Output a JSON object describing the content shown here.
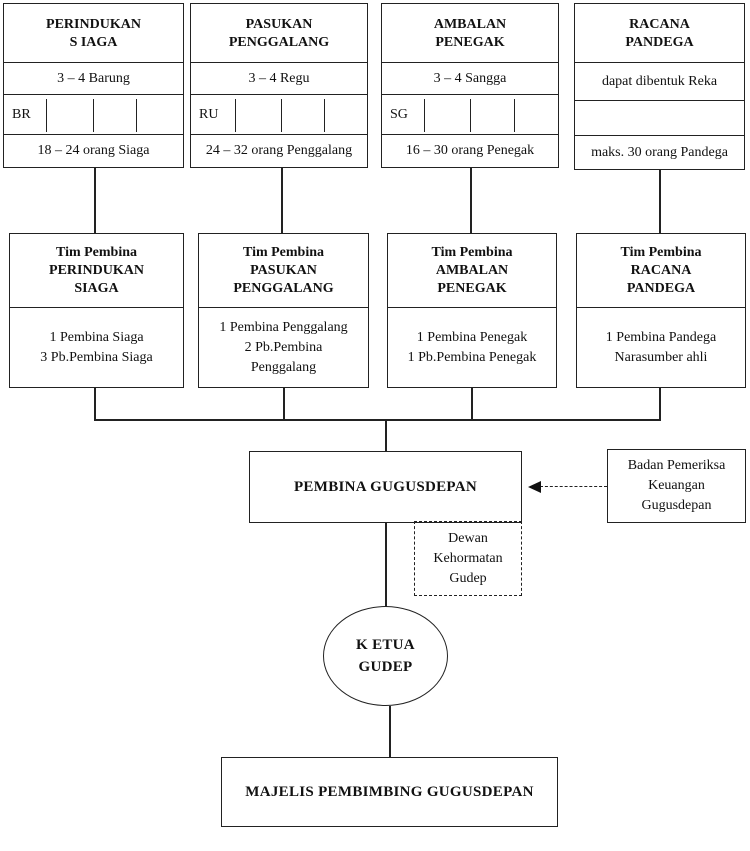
{
  "units": [
    {
      "title1": "PERINDUKAN",
      "title2": "S IAGA",
      "count_line": "3 – 4   Barung",
      "code": "BR",
      "members": "18 – 24 orang Siaga"
    },
    {
      "title1": "PASUKAN",
      "title2": "PENGGALANG",
      "count_line": "3 – 4   Regu",
      "code": "RU",
      "members": "24 – 32 orang Penggalang"
    },
    {
      "title1": "AMBALAN",
      "title2": "PENEGAK",
      "count_line": "3 – 4   Sangga",
      "code": "SG",
      "members": "16 – 30 orang Penegak"
    },
    {
      "title1": "RACANA",
      "title2": "PANDEGA",
      "count_line": "dapat dibentuk Reka",
      "code": "",
      "members": "maks. 30 orang Pandega"
    }
  ],
  "pembina_teams": [
    {
      "label": "Tim Pembina",
      "name1": "PERINDUKAN",
      "name2": "SIAGA",
      "line1": "1 Pembina Siaga",
      "line2": "3 Pb.Pembina Siaga",
      "line3": ""
    },
    {
      "label": "Tim Pembina",
      "name1": "PASUKAN",
      "name2": "PENGGALANG",
      "line1": "1 Pembina Penggalang",
      "line2": "2 Pb.Pembina",
      "line3": "Penggalang"
    },
    {
      "label": "Tim Pembina",
      "name1": "AMBALAN",
      "name2": "PENEGAK",
      "line1": "1 Pembina Penegak",
      "line2": "1 Pb.Pembina Penegak",
      "line3": ""
    },
    {
      "label": "Tim Pembina",
      "name1": "RACANA",
      "name2": "PANDEGA",
      "line1": "1 Pembina Pandega",
      "line2": "Narasumber ahli",
      "line3": ""
    }
  ],
  "pembina_gugusdepan": "PEMBINA GUGUSDEPAN",
  "badan_pemeriksa": {
    "line1": "Badan Pemeriksa",
    "line2": "Keuangan",
    "line3": "Gugusdepan"
  },
  "dewan_kehormatan": {
    "line1": "Dewan",
    "line2": "Kehormatan",
    "line3": "Gudep"
  },
  "ketua": {
    "line1": "K ETUA",
    "line2": "GUDEP"
  },
  "majelis": "MAJELIS PEMBIMBING GUGUSDEPAN"
}
